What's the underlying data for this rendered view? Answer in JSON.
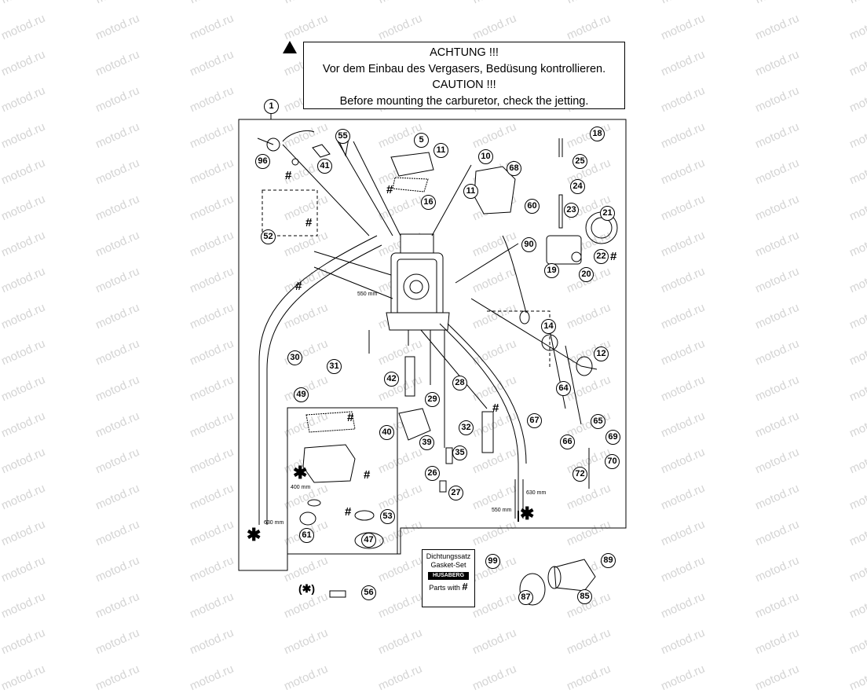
{
  "warning": {
    "line1": "ACHTUNG !!!",
    "line2": "Vor dem Einbau des Vergasers, Bedüsung kontrollieren.",
    "line3": "CAUTION !!!",
    "line4": "Before mounting the carburetor, check the jetting."
  },
  "callouts": {
    "c1": "1",
    "c5": "5",
    "c10": "10",
    "c11a": "11",
    "c11b": "11",
    "c12": "12",
    "c14": "14",
    "c16": "16",
    "c18": "18",
    "c19": "19",
    "c20": "20",
    "c21": "21",
    "c22": "22",
    "c23": "23",
    "c24": "24",
    "c25": "25",
    "c26": "26",
    "c27": "27",
    "c28": "28",
    "c29": "29",
    "c30": "30",
    "c31": "31",
    "c32": "32",
    "c35": "35",
    "c39": "39",
    "c40": "40",
    "c41": "41",
    "c42": "42",
    "c47": "47",
    "c49": "49",
    "c52": "52",
    "c53": "53",
    "c55": "55",
    "c56": "56",
    "c60": "60",
    "c61": "61",
    "c64": "64",
    "c65": "65",
    "c66": "66",
    "c67": "67",
    "c68": "68",
    "c69": "69",
    "c70": "70",
    "c72": "72",
    "c85": "85",
    "c87": "87",
    "c89": "89",
    "c90": "90",
    "c96": "96",
    "c99": "99"
  },
  "dimensions": {
    "d550a": "550 mm",
    "d400": "400 mm",
    "d630a": "630 mm",
    "d630b": "630 mm",
    "d550b": "550 mm"
  },
  "marks": {
    "hash": "#",
    "star": "✱",
    "star_paren": "(✱)"
  },
  "gasket_set": {
    "line1": "Dichtungssatz",
    "line2": "Gasket-Set",
    "logo": "HUSABERG",
    "line3": "Parts with"
  },
  "watermark": "motod.ru"
}
